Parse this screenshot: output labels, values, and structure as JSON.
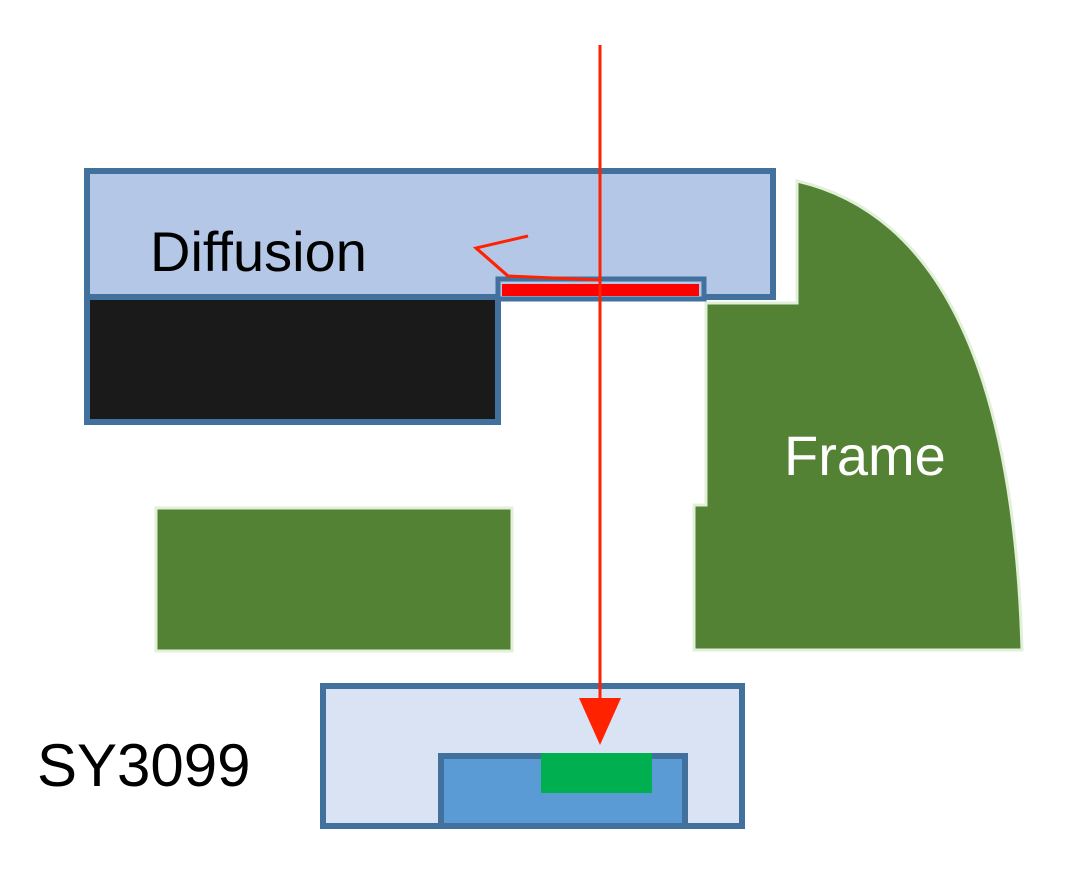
{
  "labels": {
    "diffusion": "Diffusion",
    "frame": "Frame",
    "sensor": "SY3099"
  },
  "colors": {
    "diffusion_fill": "#b4c7e7",
    "outline": "#41719c",
    "black_block": "#1a1a1a",
    "frame_green": "#548235",
    "frame_edge": "#e2f0d9",
    "sensor_housing": "#dae3f3",
    "sensor_chip": "#5b9bd5",
    "sensor_active": "#00b050",
    "emitter_strip": "#ff0000",
    "ray": "#ff2200"
  }
}
